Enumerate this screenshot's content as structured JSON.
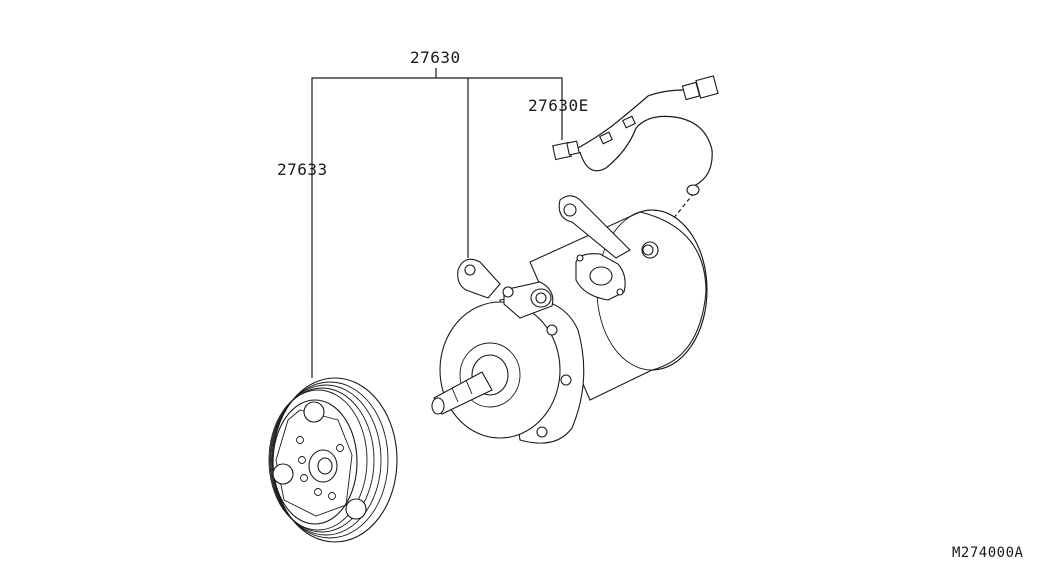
{
  "diagram": {
    "callouts": {
      "compressor_assembly": "27630",
      "pulley_clutch": "27633",
      "harness": "27630E"
    },
    "figure_code": "M274000A"
  }
}
